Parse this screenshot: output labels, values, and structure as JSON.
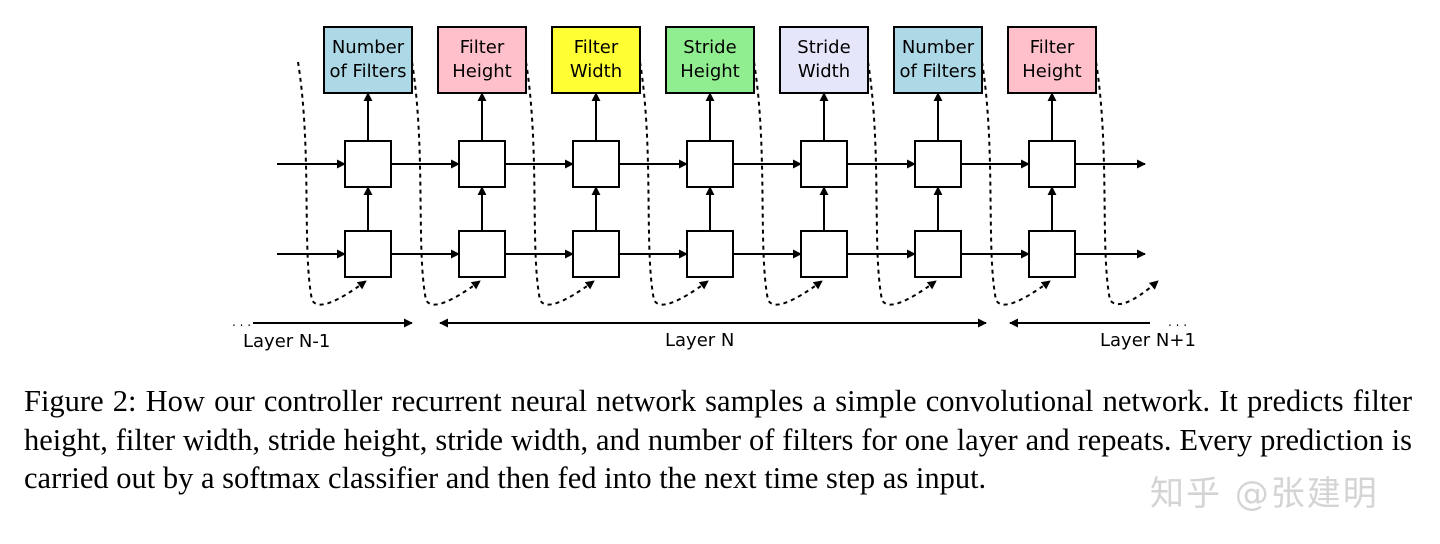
{
  "figure": {
    "output_boxes": [
      {
        "line1": "Number",
        "line2": "of Filters",
        "color": "#add8e6"
      },
      {
        "line1": "Filter",
        "line2": "Height",
        "color": "#ffc0cb"
      },
      {
        "line1": "Filter",
        "line2": "Width",
        "color": "#ffff33"
      },
      {
        "line1": "Stride",
        "line2": "Height",
        "color": "#90ee90"
      },
      {
        "line1": "Stride",
        "line2": "Width",
        "color": "#e6e6fa"
      },
      {
        "line1": "Number",
        "line2": "of Filters",
        "color": "#add8e6"
      },
      {
        "line1": "Filter",
        "line2": "Height",
        "color": "#ffc0cb"
      }
    ],
    "layer_labels": {
      "prev": "Layer N-1",
      "current": "Layer N",
      "next": "Layer N+1",
      "ellipsis": ". . ."
    }
  },
  "caption": "Figure 2: How our controller recurrent neural network samples a simple convolutional network. It predicts filter height, filter width, stride height, stride width, and number of filters for one layer and repeats. Every prediction is carried out by a softmax classifier and then fed into the next time step as input.",
  "watermark": "知乎 @张建明"
}
